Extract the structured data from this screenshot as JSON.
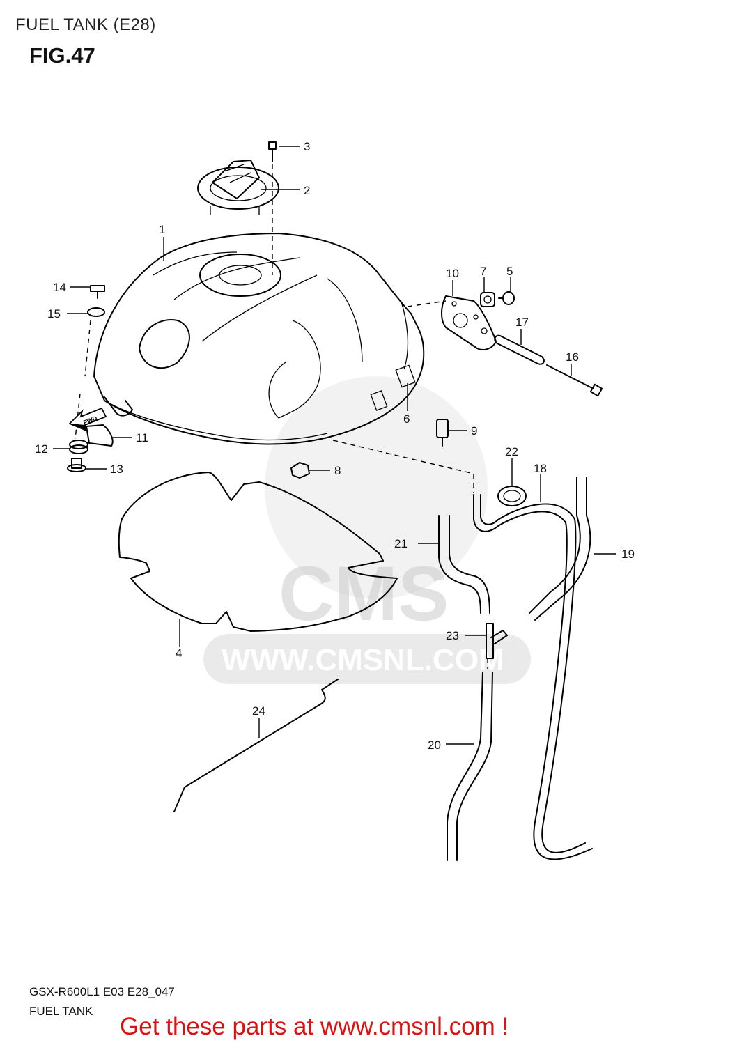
{
  "header": {
    "title": "FUEL TANK (E28)",
    "figure": "FIG.47"
  },
  "footer": {
    "model_code": "GSX-R600L1 E03 E28_047",
    "caption": "FUEL TANK",
    "cta": "Get these parts at www.cmsnl.com !"
  },
  "watermark": {
    "logo": "CMS",
    "url": "WWW.CMSNL.COM"
  },
  "fwd_marker": "FWD",
  "parts": [
    {
      "number": "1"
    },
    {
      "number": "2"
    },
    {
      "number": "3"
    },
    {
      "number": "4"
    },
    {
      "number": "5"
    },
    {
      "number": "6"
    },
    {
      "number": "7"
    },
    {
      "number": "8"
    },
    {
      "number": "9"
    },
    {
      "number": "10"
    },
    {
      "number": "11"
    },
    {
      "number": "12"
    },
    {
      "number": "13"
    },
    {
      "number": "14"
    },
    {
      "number": "15"
    },
    {
      "number": "16"
    },
    {
      "number": "17"
    },
    {
      "number": "18"
    },
    {
      "number": "19"
    },
    {
      "number": "20"
    },
    {
      "number": "21"
    },
    {
      "number": "22"
    },
    {
      "number": "23"
    },
    {
      "number": "24"
    }
  ],
  "colors": {
    "cta": "#dd1111",
    "line": "#000000",
    "watermark": "#d9d9d9"
  }
}
